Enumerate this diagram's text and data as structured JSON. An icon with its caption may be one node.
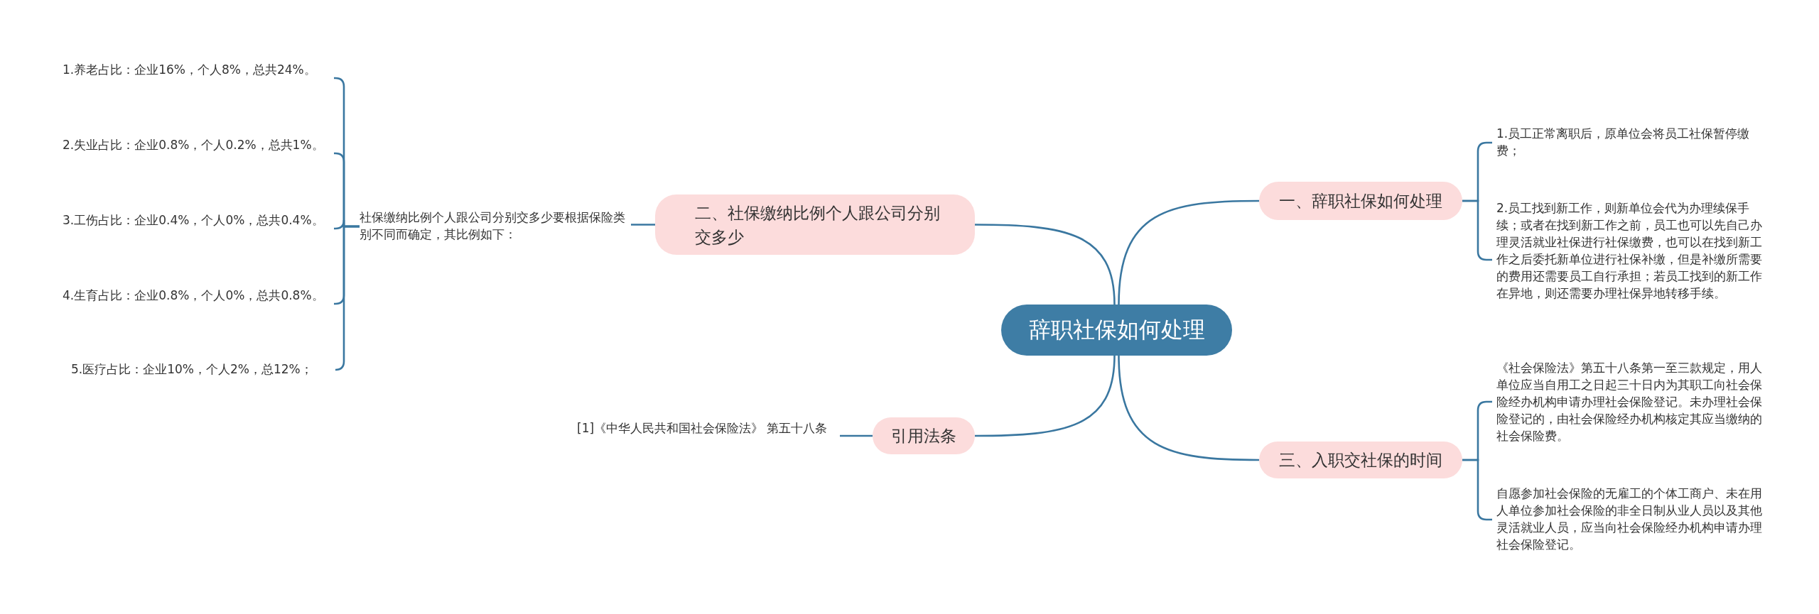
{
  "diagram": {
    "nodes": [
      {
        "text": [
          "辞职社保如何处理"
        ]
      },
      {
        "text": [
          "一、辞职社保如何处理"
        ]
      },
      {
        "text": [
          "1.员工正常离职后，原单位会将员工社保暂停缴费；"
        ]
      },
      {
        "text": [
          "2.员工找到新工作，则新单位会代为办理续保手续；或者在找到新工作之前，员工也可以先自己办理灵活就业社保进行社保缴费，也可以在找到新工作之后委托新单位进行社保补缴，但是补缴所需要的费用还需要员工自行承担；若员工找到的新工作在异地，则还需要办理社保异地转移手续。"
        ]
      },
      {
        "text": [
          "二、社保缴纳比例个人跟公司分别交多少"
        ]
      },
      {
        "text": [
          "社保缴纳比例个人跟公司分别交多少要根据保险类别不同而确定，其比例如下："
        ]
      },
      {
        "text": [
          "1.养老占比：企业16%，个人8%，总共24%。"
        ]
      },
      {
        "text": [
          "2.失业占比：企业0.8%，个人0.2%，总共1%。"
        ]
      },
      {
        "text": [
          "3.工伤占比：企业0.4%，个人0%，总共0.4%。"
        ]
      },
      {
        "text": [
          "4.生育占比：企业0.8%，个人0%，总共0.8%。"
        ]
      },
      {
        "text": [
          "5.医疗占比：企业10%，个人2%，总12%；"
        ]
      },
      {
        "text": [
          "引用法条"
        ]
      },
      {
        "text": [
          "[1]《中华人民共和国社会保险法》 第五十八条"
        ]
      },
      {
        "text": [
          "三、入职交社保的时间"
        ]
      },
      {
        "text": [
          "《社会保险法》第五十八条第一至三款规定，用人单位应当自用工之日起三十日内为其职工向社会保险经办机构申请办理社会保险登记。未办理社会保险登记的，由社会保险经办机构核定其应当缴纳的社会保险费。"
        ]
      },
      {
        "text": [
          "自愿参加社会保险的无雇工的个体工商户、未在用人单位参加社会保险的非全日制从业人员以及其他灵活就业人员，应当向社会保险经办机构申请办理社会保险登记。"
        ]
      }
    ],
    "edges": [
      {
        "from": 0,
        "to": 1,
        "arrow": "none"
      },
      {
        "from": 1,
        "to": 2,
        "arrow": "none"
      },
      {
        "from": 1,
        "to": 3,
        "arrow": "none"
      },
      {
        "from": 0,
        "to": 4,
        "arrow": "none"
      },
      {
        "from": 4,
        "to": 5,
        "arrow": "none"
      },
      {
        "from": 5,
        "to": 6,
        "arrow": "none"
      },
      {
        "from": 5,
        "to": 7,
        "arrow": "none"
      },
      {
        "from": 5,
        "to": 8,
        "arrow": "none"
      },
      {
        "from": 5,
        "to": 9,
        "arrow": "none"
      },
      {
        "from": 5,
        "to": 10,
        "arrow": "none"
      },
      {
        "from": 0,
        "to": 11,
        "arrow": "none"
      },
      {
        "from": 11,
        "to": 12,
        "arrow": "none"
      },
      {
        "from": 0,
        "to": 13,
        "arrow": "none"
      },
      {
        "from": 13,
        "to": 14,
        "arrow": "none"
      },
      {
        "from": 13,
        "to": 15,
        "arrow": "none"
      }
    ]
  }
}
